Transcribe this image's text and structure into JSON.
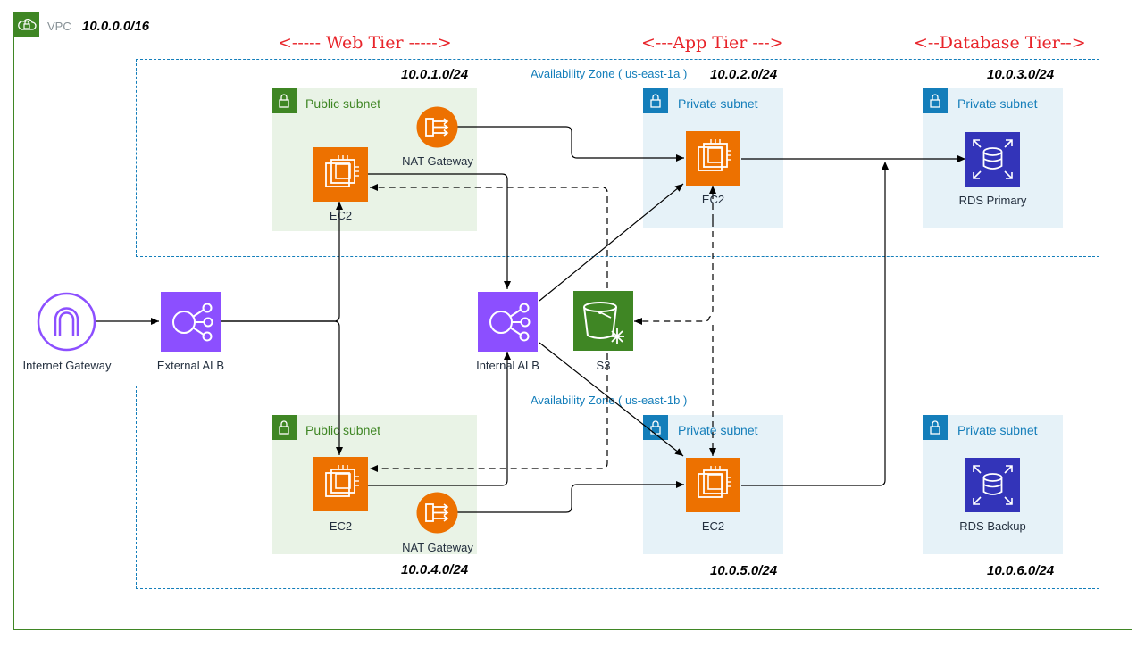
{
  "vpc": {
    "label": "VPC",
    "cidr": "10.0.0.0/16"
  },
  "tiers": {
    "web": "<----- Web Tier ----->",
    "app": "<---App Tier --->",
    "db": "<--Database Tier-->"
  },
  "zones": {
    "a": "Availability Zone ( us-east-1a )",
    "b": "Availability Zone ( us-east-1b )"
  },
  "subnets": {
    "web_a": {
      "label": "Public subnet",
      "cidr": "10.0.1.0/24"
    },
    "app_a": {
      "label": "Private subnet",
      "cidr": "10.0.2.0/24"
    },
    "db_a": {
      "label": "Private subnet",
      "cidr": "10.0.3.0/24"
    },
    "web_b": {
      "label": "Public subnet",
      "cidr": "10.0.4.0/24"
    },
    "app_b": {
      "label": "Private subnet",
      "cidr": "10.0.5.0/24"
    },
    "db_b": {
      "label": "Private subnet",
      "cidr": "10.0.6.0/24"
    }
  },
  "nodes": {
    "igw": "Internet Gateway",
    "ext_alb": "External ALB",
    "int_alb": "Internal ALB",
    "s3": "S3",
    "nat_a": "NAT Gateway",
    "nat_b": "NAT Gateway",
    "web_ec2_a": "EC2",
    "web_ec2_b": "EC2",
    "app_ec2_a": "EC2",
    "app_ec2_b": "EC2",
    "rds_primary": "RDS Primary",
    "rds_backup": "RDS Backup"
  },
  "colors": {
    "vpc_green": "#3f8624",
    "az_blue": "#147eba",
    "public_bg": "#e9f3e6",
    "private_bg": "#e6f2f8",
    "ec2_orange": "#ed7100",
    "alb_purple": "#8c4fff",
    "s3_green": "#3f8624",
    "rds_blue": "#3334b9",
    "tier_red": "#e8242a"
  },
  "icons": {
    "vpc": "cloud-lock-icon",
    "subnet": "lock-icon",
    "ec2": "chip-icon",
    "alb": "load-balancer-icon",
    "nat": "nat-gateway-icon",
    "igw": "internet-gateway-icon",
    "s3": "bucket-icon",
    "rds": "database-icon"
  }
}
